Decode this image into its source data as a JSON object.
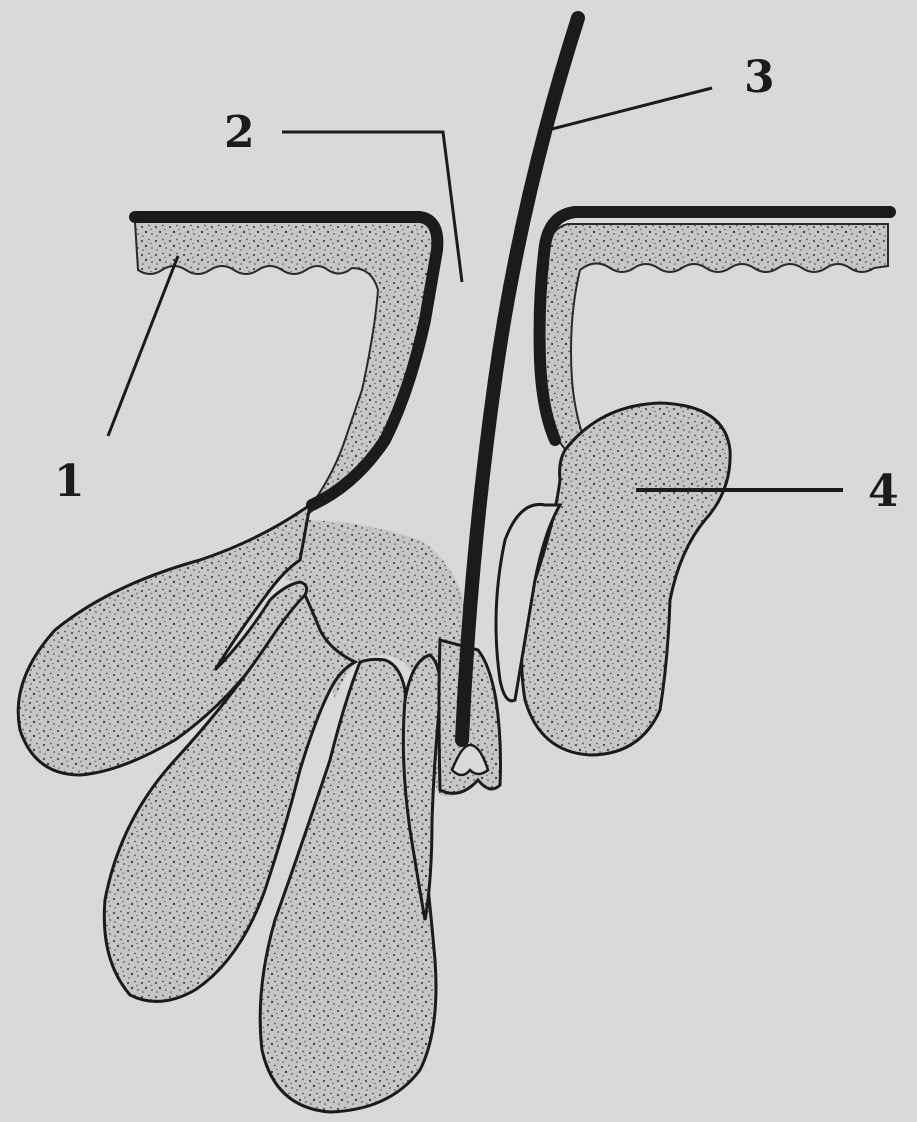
{
  "figure": {
    "callouts": [
      {
        "id": "1",
        "label": "1"
      },
      {
        "id": "2",
        "label": "2"
      },
      {
        "id": "3",
        "label": "3"
      },
      {
        "id": "4",
        "label": "4"
      }
    ]
  },
  "colors": {
    "background": "#d9d9d9",
    "tissue_fill": "#c9c9c9",
    "outline": "#1b1b1b",
    "stipple": "#4a4a4a"
  }
}
